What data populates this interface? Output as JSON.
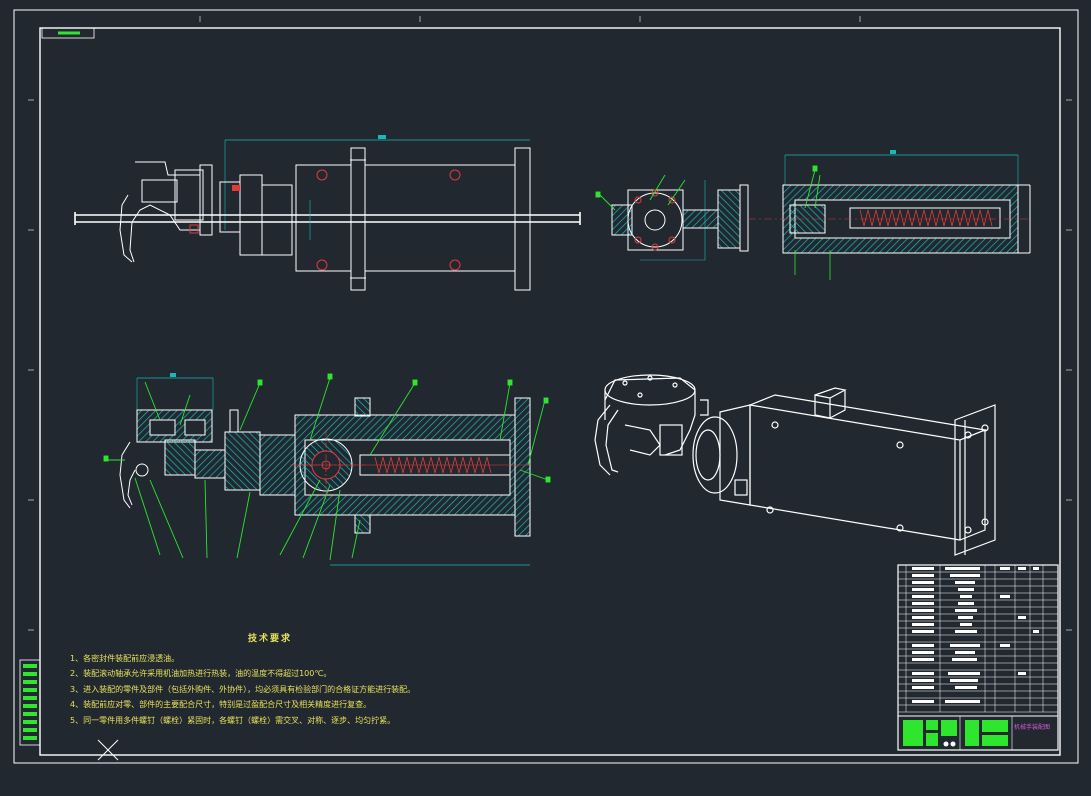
{
  "drawing": {
    "background": "#212830",
    "colors": {
      "outline": "#ffffff",
      "hatch": "#19b9b9",
      "leader": "#2ee62e",
      "centerline": "#e23a3a",
      "dimension": "#19b9b9",
      "text": "#e8e25a",
      "title_block_fill": "#2ee62e"
    },
    "views": [
      {
        "id": "front-view",
        "type": "assembly-elevation"
      },
      {
        "id": "side-view",
        "type": "section-view"
      },
      {
        "id": "section-view",
        "type": "full-section"
      },
      {
        "id": "isometric-view",
        "type": "axonometric"
      }
    ]
  },
  "tech_notes": {
    "title": "技术要求",
    "items": [
      "1、各密封件装配前应浸透油。",
      "2、装配滚动轴承允许采用机油加热进行热装，油的温度不得超过100℃。",
      "3、进入装配的零件及部件（包括外购件、外协件），均必须具有检验部门的合格证方能进行装配。",
      "4、装配前应对零、部件的主要配合尺寸，特别是过盈配合尺寸及相关精度进行复查。",
      "5、同一零件用多件螺钉（螺栓）紧固时，各螺钉（螺栓）需交叉、对称、逐步、均匀拧紧。"
    ]
  },
  "title_block": {
    "drawing_number": "机械手装配图"
  }
}
